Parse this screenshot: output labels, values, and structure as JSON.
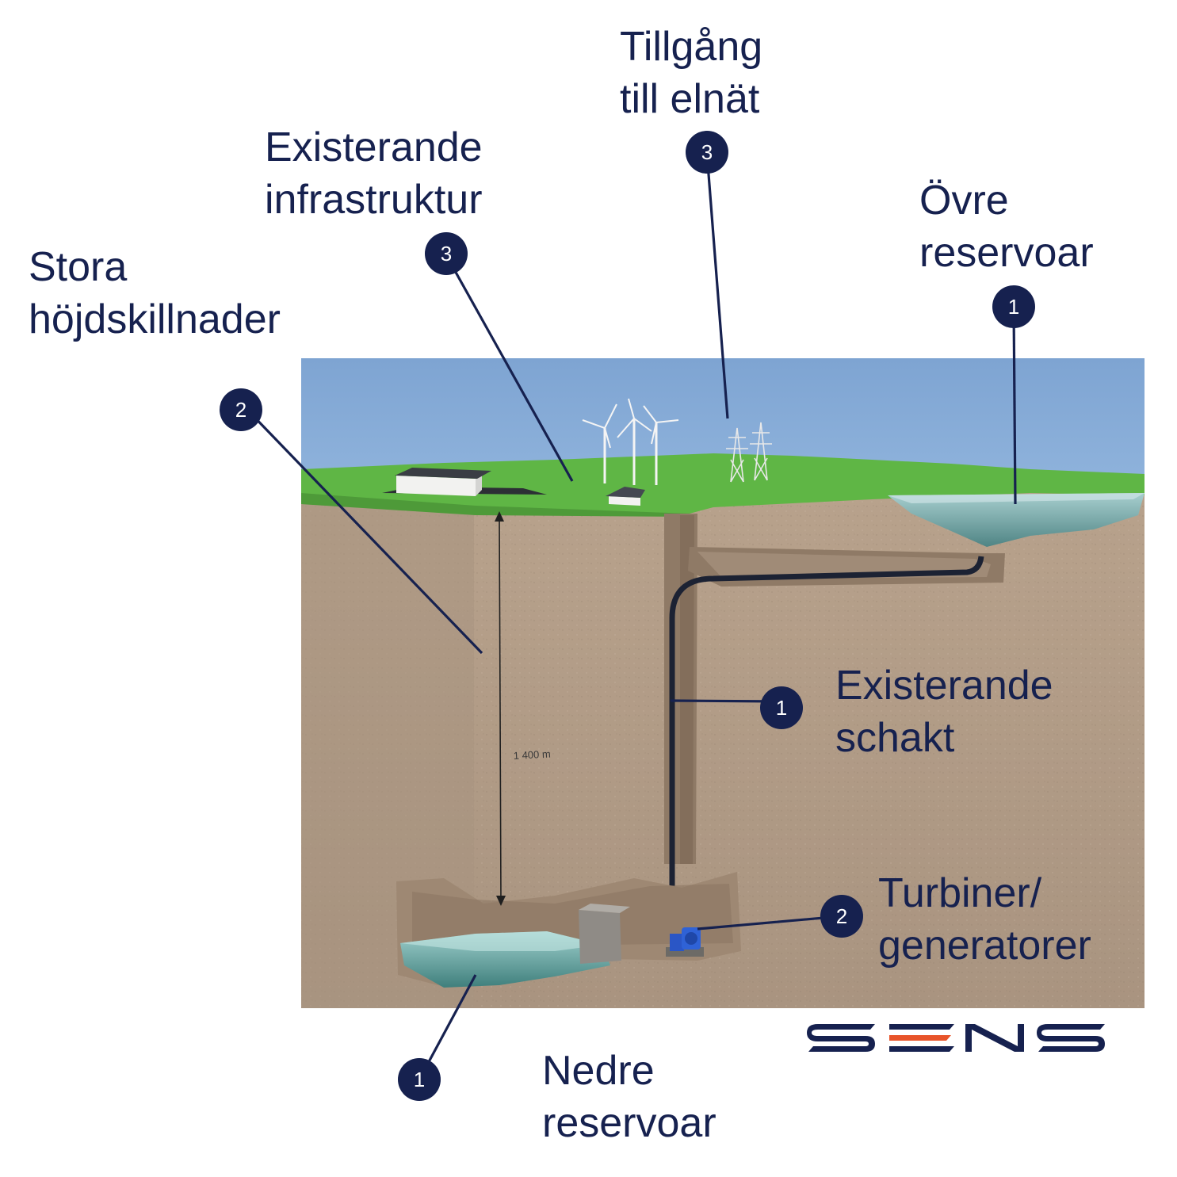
{
  "labels": {
    "stora": {
      "line1": "Stora",
      "line2": "höjdskillnader"
    },
    "infra": {
      "line1": "Existerande",
      "line2": "infrastruktur"
    },
    "elnat": {
      "line1": "Tillgång",
      "line2": "till elnät"
    },
    "ovre": {
      "line1": "Övre",
      "line2": "reservoar"
    },
    "schakt": {
      "line1": "Existerande",
      "line2": "schakt"
    },
    "turbiner": {
      "line1": "Turbiner/",
      "line2": "generatorer"
    },
    "nedre": {
      "line1": "Nedre",
      "line2": "reservoar"
    }
  },
  "badges": {
    "stora": "2",
    "infra": "3",
    "elnat": "3",
    "ovre": "1",
    "schakt": "1",
    "turbiner": "2",
    "nedre": "1"
  },
  "depth_label": "1 400 m",
  "logo_text": "SENS",
  "colors": {
    "navy": "#16214f",
    "sky": "#7fa6d3",
    "grass": "#5fb645",
    "soil": "#b49e88",
    "water": "#5f8e8f",
    "logo_accent": "#e8542a"
  }
}
